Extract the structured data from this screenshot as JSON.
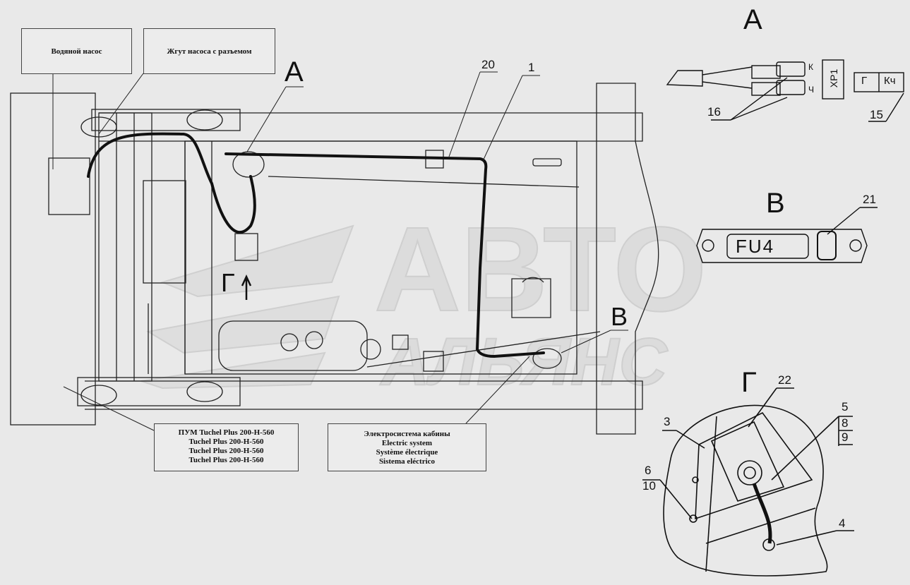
{
  "notes": {
    "water_pump": "Водяной насос",
    "pump_harness": "Жгут насоса с разъемом",
    "connector_lines": [
      "ПУМ Tuchel Plus 200-H-560",
      "Tuchel Plus 200-H-560",
      "Tuchel Plus 200-H-560",
      "Tuchel Plus 200-H-560"
    ],
    "electric_lines": [
      "Электросистема  кабины",
      "Electric system",
      "Système électrique",
      "Sistema eléctrico"
    ]
  },
  "view_letters": {
    "a_main": "А",
    "a_detail": "А",
    "v_main": "В",
    "v_detail": "В",
    "g_main": "Г",
    "g_detail": "Г"
  },
  "callouts": {
    "n20": "20",
    "n1": "1",
    "n16": "16",
    "n15": "15",
    "n21": "21",
    "n22": "22",
    "n3": "3",
    "n5": "5",
    "n8": "8",
    "n9": "9",
    "n6": "6",
    "n10": "10",
    "n4": "4"
  },
  "detail_a_labels": {
    "k": "К",
    "ch": "Ч",
    "xp1": "ХР1",
    "g": "Г",
    "kch": "Кч"
  },
  "detail_v_labels": {
    "fu4": "FU4"
  },
  "watermark": {
    "line1": "АВТО",
    "line2": "АЛЬЯНС"
  },
  "colors": {
    "background": "#e9e9e9",
    "line": "#111111",
    "watermark": "#d0d0d0"
  }
}
